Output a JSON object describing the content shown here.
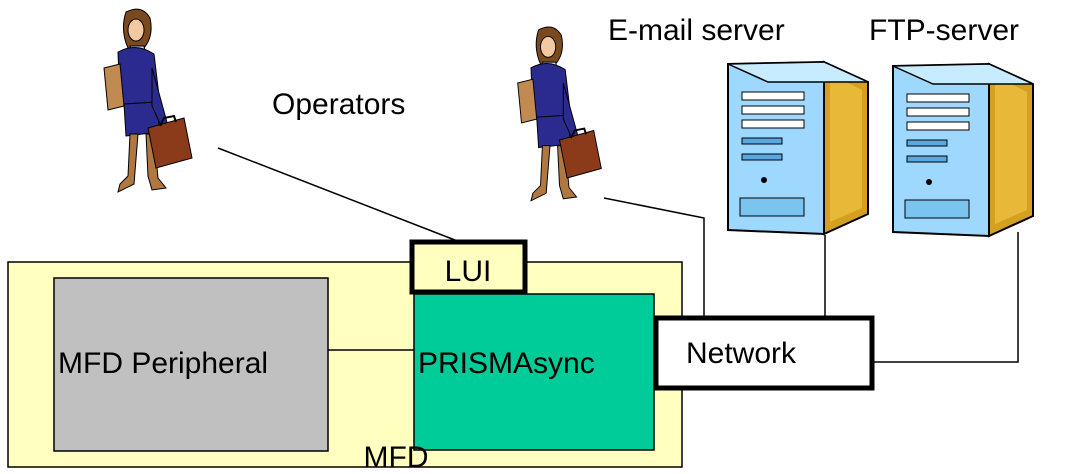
{
  "labels": {
    "operators": "Operators",
    "email_server": "E-mail server",
    "ftp_server": "FTP-server",
    "lui": "LUI",
    "mfd_peripheral": "MFD Peripheral",
    "prismasync": "PRISMAsync",
    "network": "Network",
    "mfd": "MFD"
  },
  "colors": {
    "mfd_fill": "#ffffc0",
    "peripheral_fill": "#c0c0c0",
    "prismasync_fill": "#00cc99",
    "server_blue": "#9fd8ff",
    "server_gold": "#d4a020"
  },
  "icons": [
    "operator-figure-icon",
    "server-tower-icon"
  ]
}
